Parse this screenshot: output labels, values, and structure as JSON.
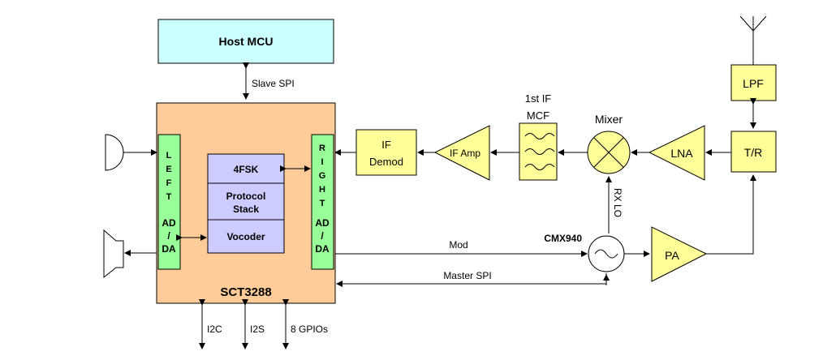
{
  "host_mcu": {
    "label": "Host MCU",
    "fill": "#ccffff"
  },
  "links": {
    "slave_spi": "Slave SPI",
    "mod": "Mod",
    "master_spi": "Master SPI",
    "rx_lo": "RX LO",
    "i2c": "I2C",
    "i2s": "I2S",
    "gpios": "8 GPIOs"
  },
  "sct3288": {
    "label": "SCT3288",
    "fill": "#ffcc99",
    "left_codec": {
      "letters": [
        "L",
        "E",
        "F",
        "T"
      ],
      "adda": [
        "AD",
        "/",
        "DA"
      ],
      "fill": "#99ff99"
    },
    "right_codec": {
      "letters": [
        "R",
        "I",
        "G",
        "H",
        "T"
      ],
      "adda": [
        "AD",
        "/",
        "DA"
      ],
      "fill": "#99ff99"
    },
    "fsk": "4FSK",
    "protocol_stack": [
      "Protocol",
      "Stack"
    ],
    "vocoder": "Vocoder",
    "core_fill": "#ccccff"
  },
  "rf": {
    "if_demod": [
      "IF",
      "Demod"
    ],
    "if_amp": "IF Amp",
    "mcf": [
      "1st IF",
      "MCF"
    ],
    "mixer": "Mixer",
    "lna": "LNA",
    "tr": "T/R",
    "lpf": "LPF",
    "pa": "PA",
    "cmx940": "CMX940",
    "block_fill": "#ffff99"
  }
}
